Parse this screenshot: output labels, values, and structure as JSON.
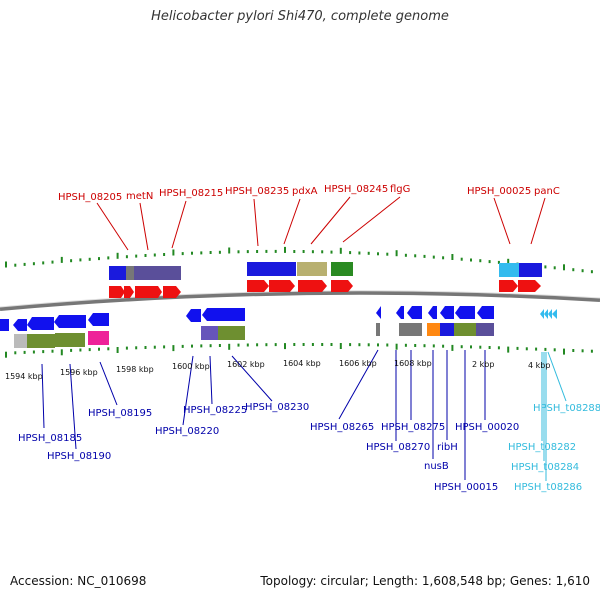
{
  "title": "Helicobacter pylori Shi470, complete genome",
  "footer": {
    "accession": "Accession: NC_010698",
    "topology": "Topology: circular; Length: 1,608,548 bp; Genes: 1,610"
  },
  "colors": {
    "upper_label": "#cc0000",
    "lower_label": "#0000aa",
    "trna_label": "#33bbdd",
    "tick": "#228822",
    "backbone": "#777777"
  },
  "scale_labels": [
    "1594 kbp",
    "1596 kbp",
    "1598 kbp",
    "1600 kbp",
    "1602 kbp",
    "1604 kbp",
    "1606 kbp",
    "1608 kbp",
    "2 kbp",
    "4 kbp"
  ],
  "upper_gene_labels": [
    "HPSH_08205",
    "metN",
    "HPSH_08215",
    "HPSH_08235",
    "pdxA",
    "HPSH_08245",
    "flgG",
    "HPSH_00025",
    "panC"
  ],
  "lower_gene_labels": [
    "HPSH_08185",
    "HPSH_08190",
    "HPSH_08195",
    "HPSH_08220",
    "HPSH_08225",
    "HPSH_08230",
    "HPSH_08265",
    "HPSH_08270",
    "HPSH_08275",
    "nusB",
    "ribH",
    "HPSH_00015",
    "HPSH_00020"
  ],
  "trna_labels": [
    "HPSH_t08288",
    "HPSH_t08282",
    "HPSH_t08284",
    "HPSH_t08286"
  ]
}
